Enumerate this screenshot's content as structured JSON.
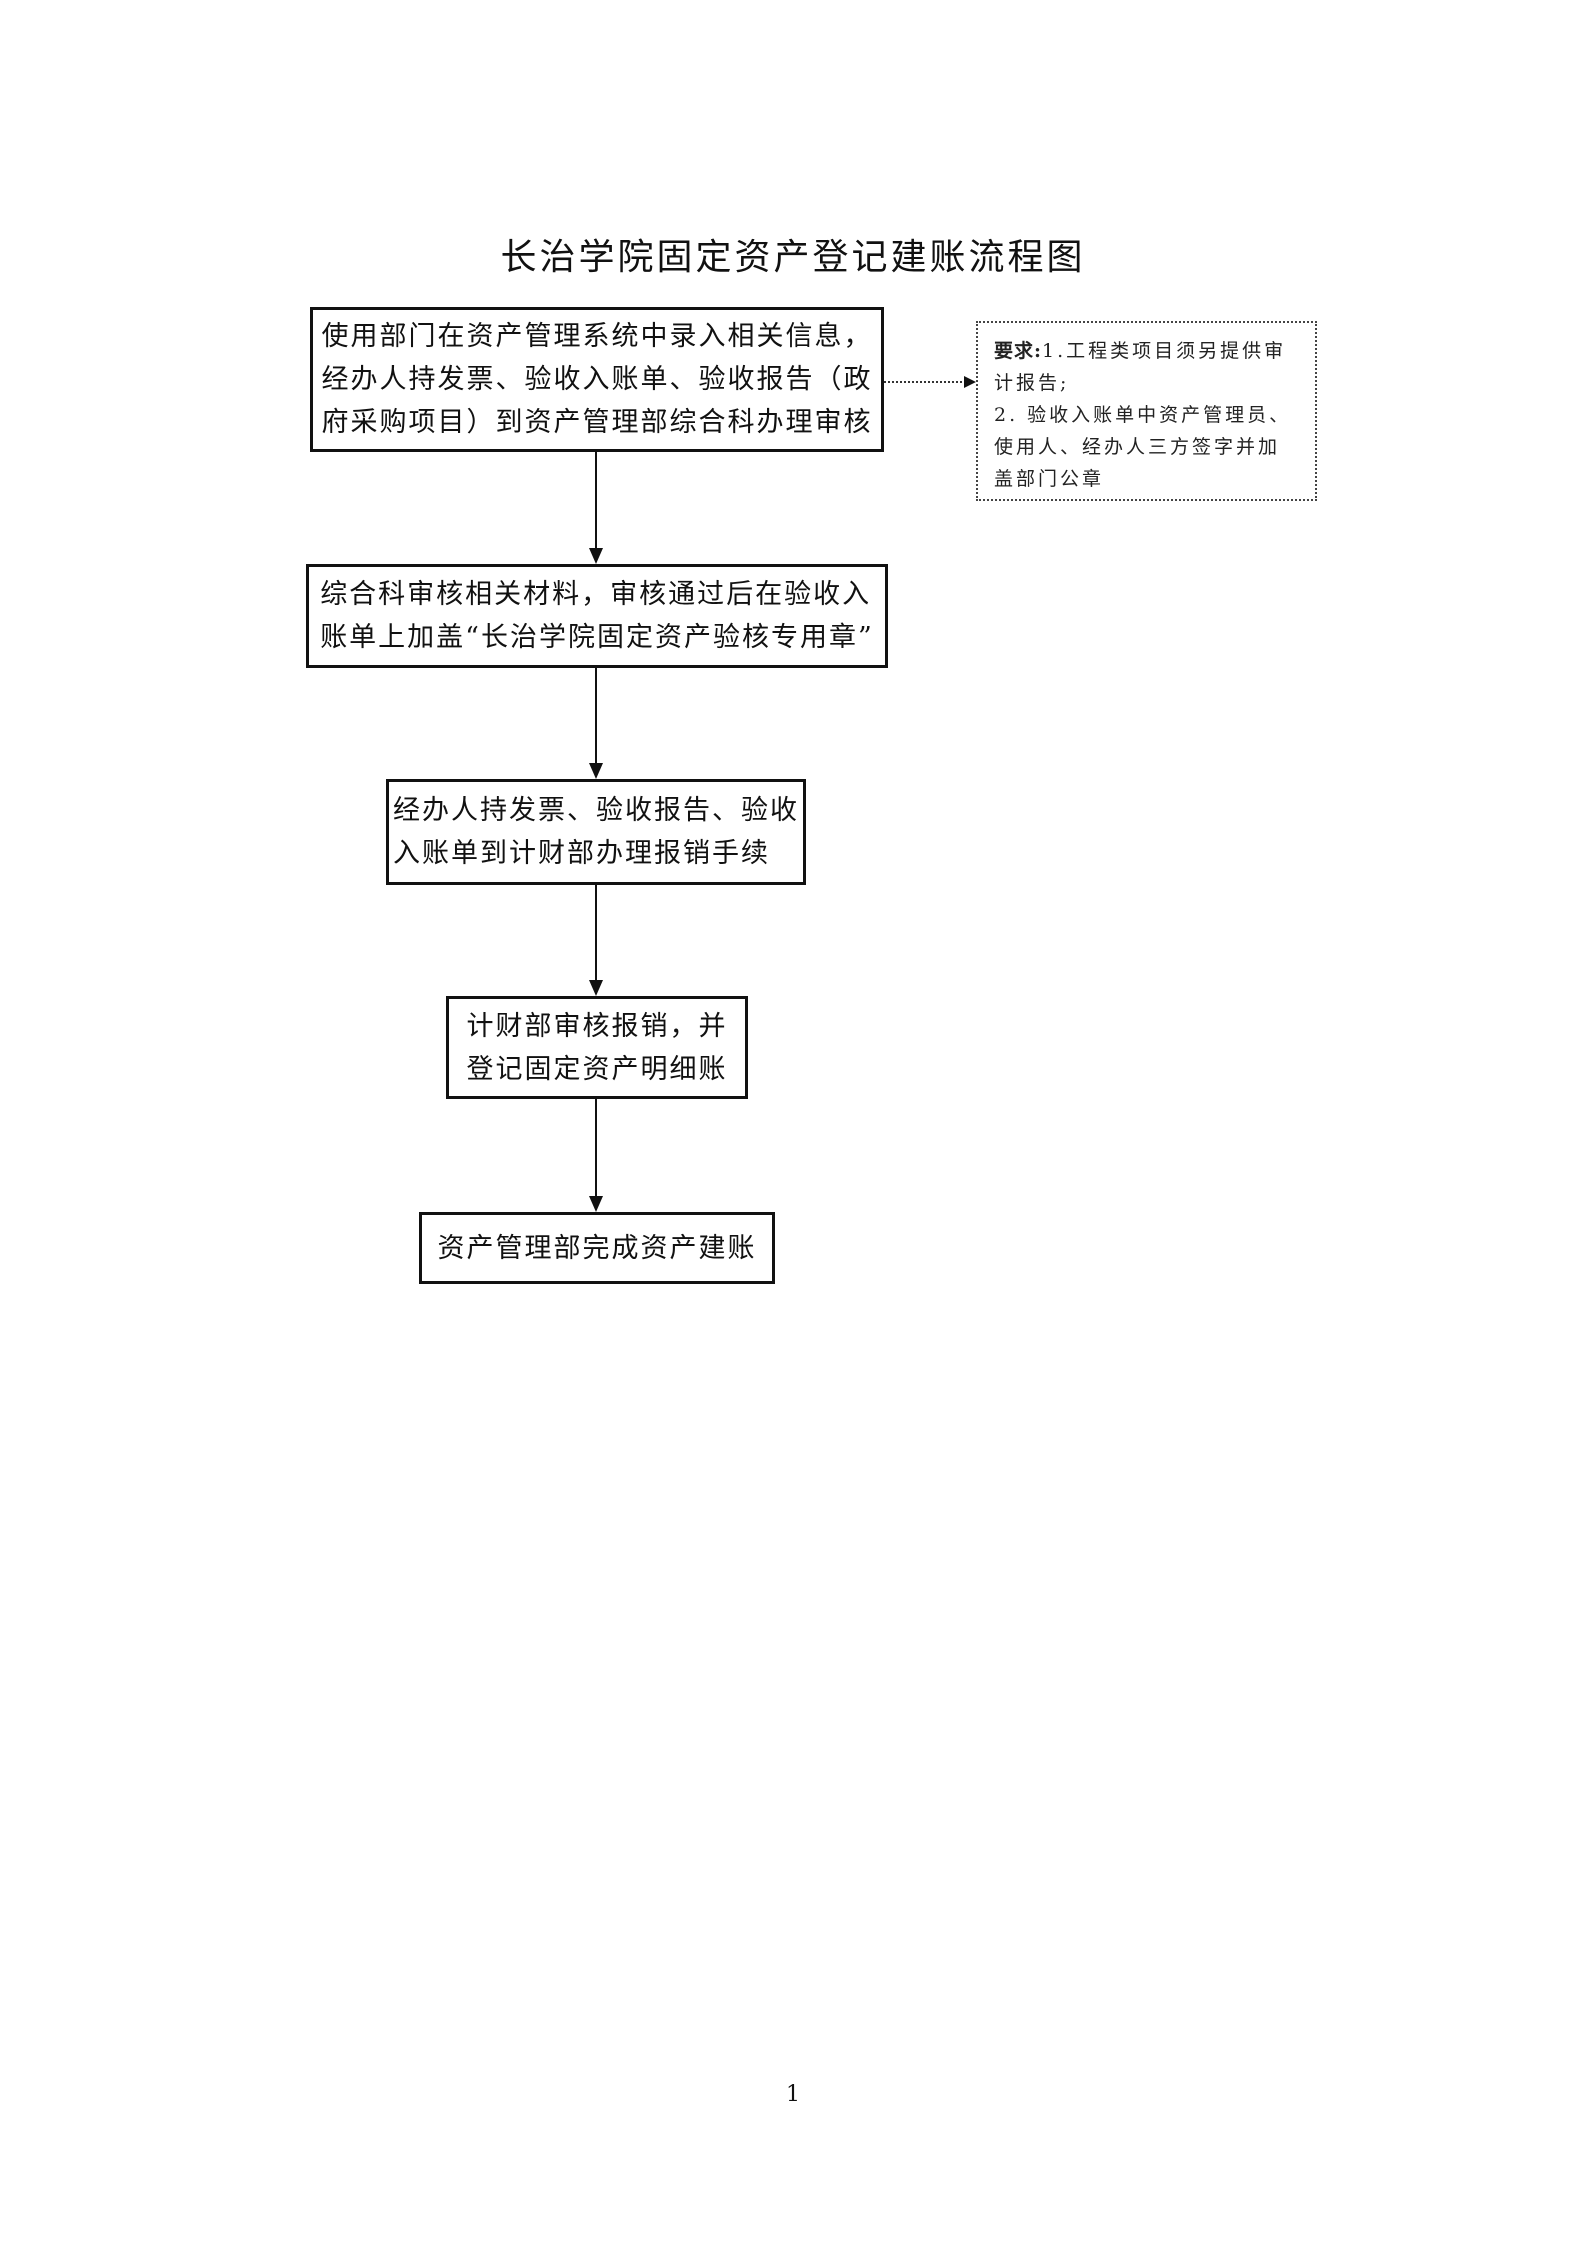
{
  "title": "长治学院固定资产登记建账流程图",
  "steps": [
    {
      "lines": [
        "使用部门在资产管理系统中录入相关信息，",
        "经办人持发票、验收入账单、验收报告（政",
        "府采购项目）到资产管理部综合科办理审核"
      ]
    },
    {
      "lines": [
        "综合科审核相关材料，审核通过后在验收入",
        "账单上加盖“长治学院固定资产验核专用章”"
      ]
    },
    {
      "lines": [
        "经办人持发票、验收报告、验收",
        "入账单到计财部办理报销手续"
      ]
    },
    {
      "lines": [
        "计财部审核报销，并",
        "登记固定资产明细账"
      ]
    },
    {
      "lines": [
        "资产管理部完成资产建账"
      ]
    }
  ],
  "note": {
    "label": "要求:",
    "item1": "1.工程类项目须另提供审计报告;",
    "item2": "2. 验收入账单中资产管理员、使用人、经办人三方签字并加盖部门公章"
  },
  "page_number": "1"
}
